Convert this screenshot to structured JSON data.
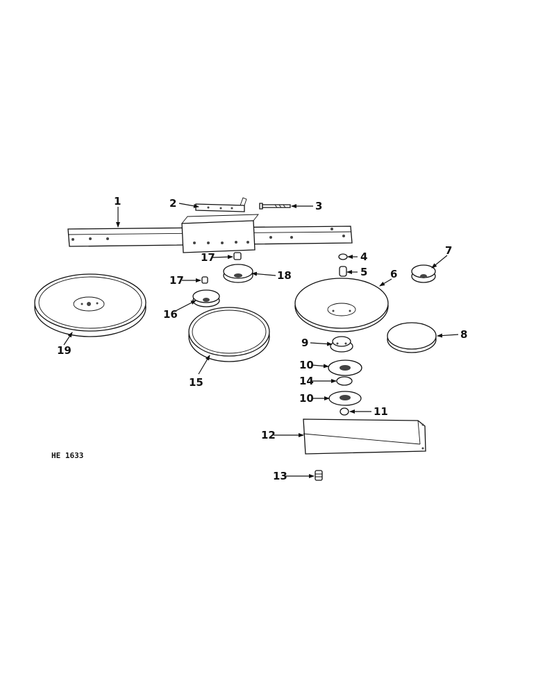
{
  "diagram": {
    "reference_code": "HE 1633",
    "callouts": [
      "1",
      "2",
      "3",
      "4",
      "5",
      "6",
      "7",
      "8",
      "9",
      "10",
      "10",
      "11",
      "12",
      "13",
      "14",
      "15",
      "16",
      "17",
      "17",
      "18",
      "19"
    ]
  }
}
